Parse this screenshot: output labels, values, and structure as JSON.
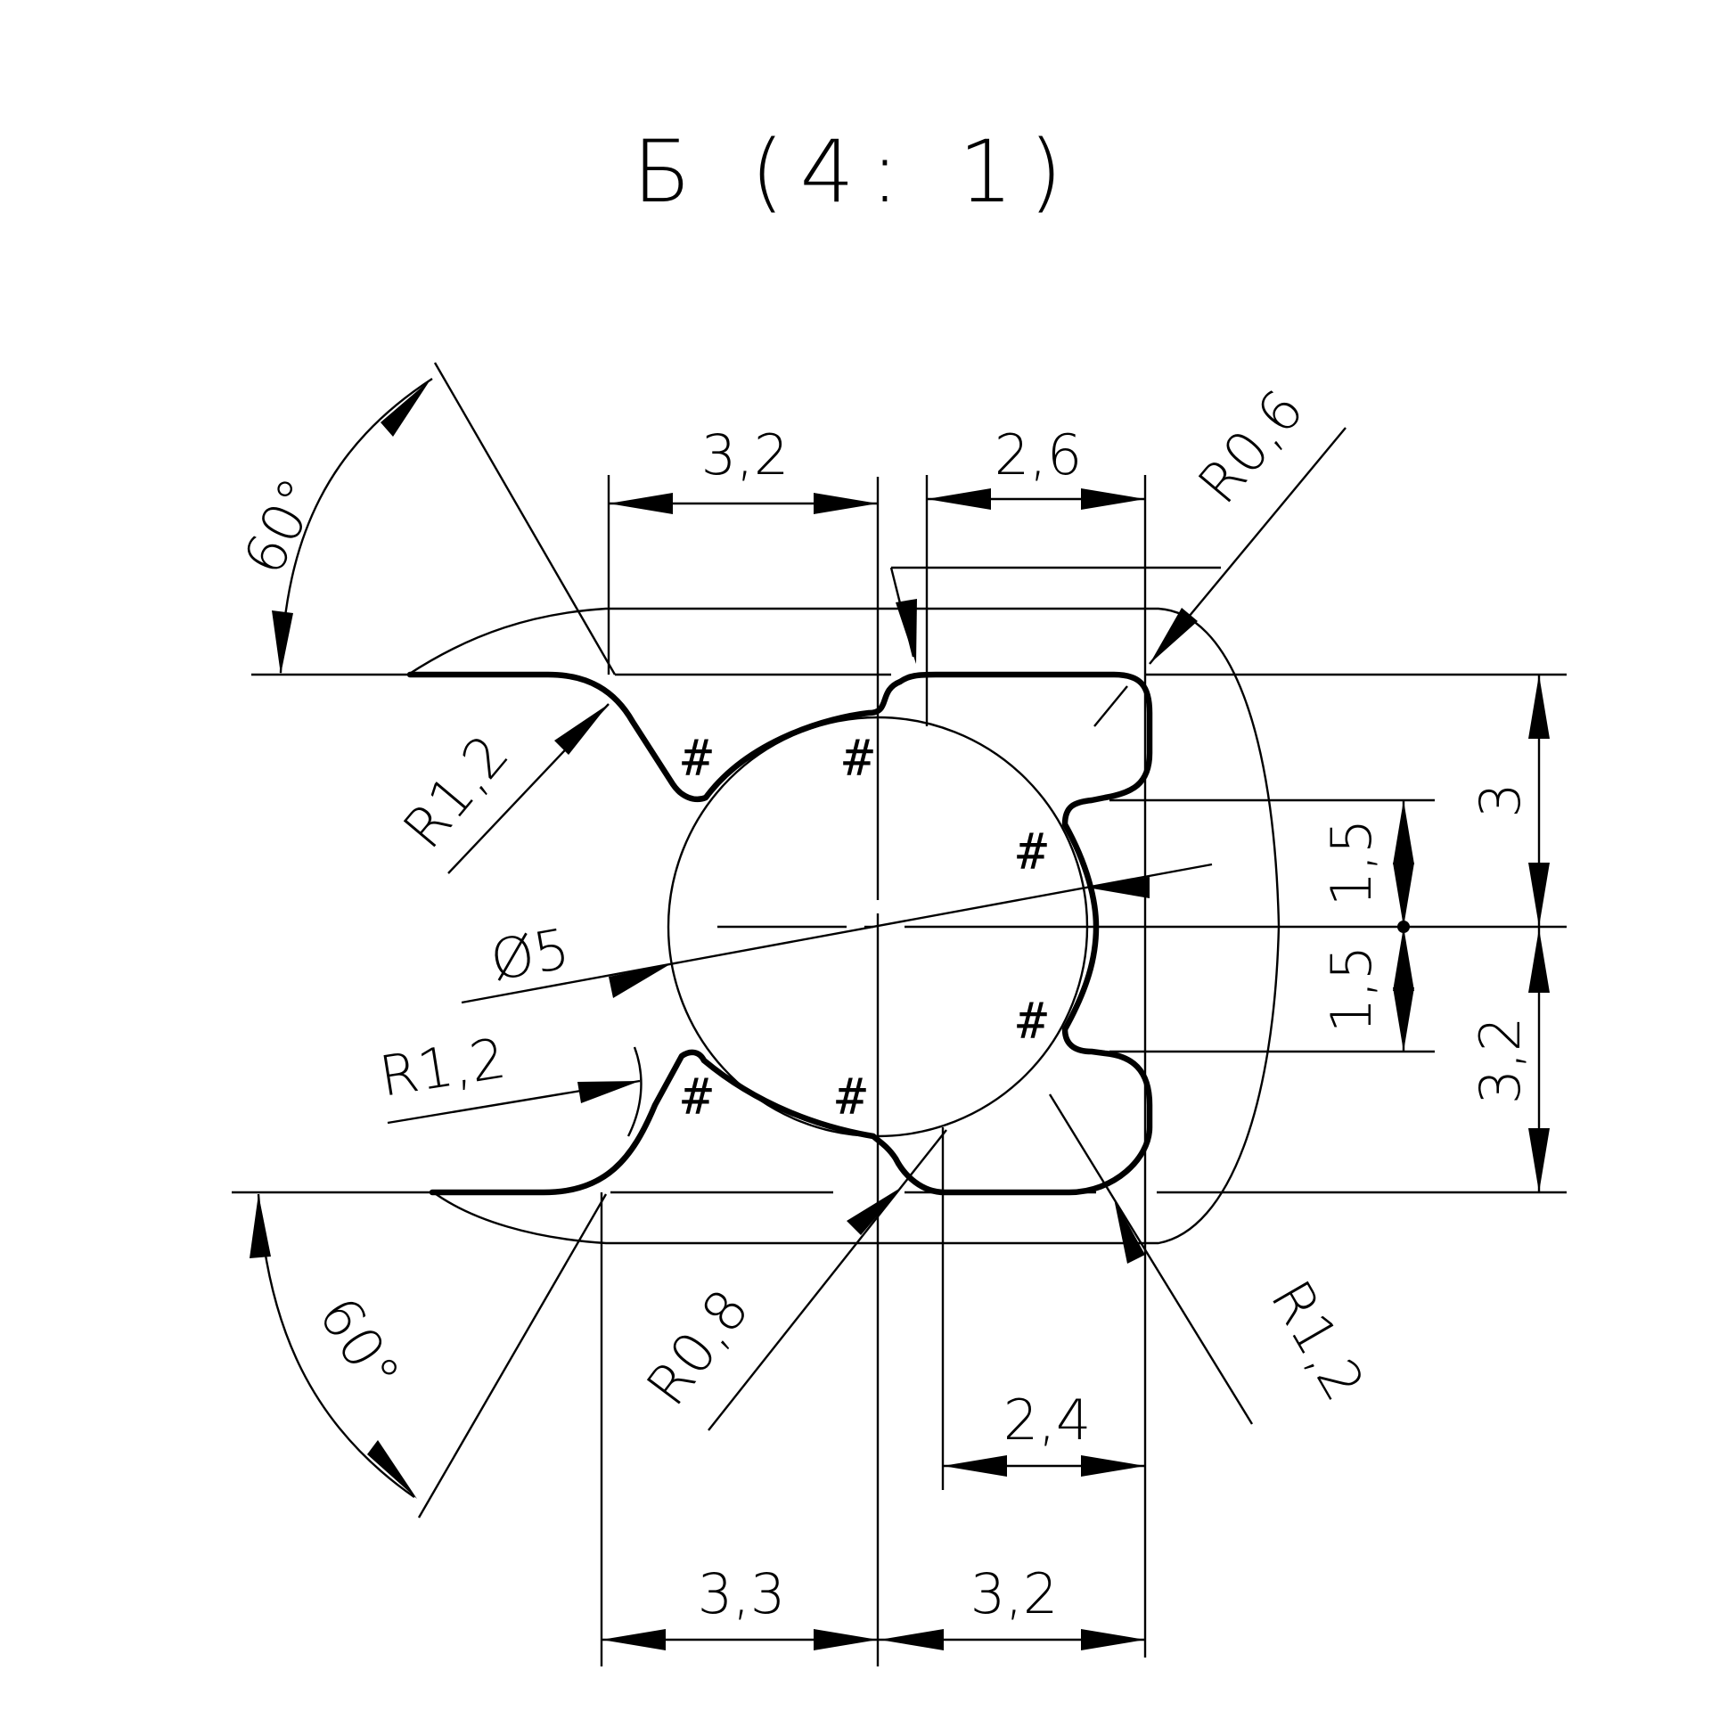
{
  "title": "Б (4: 1)",
  "dimensions": {
    "angle_top": "60°",
    "angle_bottom": "60°",
    "width_top_left": "3,2",
    "width_top_right": "2,6",
    "radius_top_right": "R0,6",
    "radius_left_upper": "R1,2",
    "diameter": "Ø5",
    "radius_left_lower": "R1,2",
    "radius_bottom_center": "R0,8",
    "radius_bottom_right": "R1,2",
    "width_bottom_inner": "2,4",
    "width_bottom_left": "3,3",
    "width_bottom_right": "3,2",
    "height_right_top": "3",
    "height_right_bottom": "3,2",
    "height_slot_upper": "1,5",
    "height_slot_lower": "1,5"
  },
  "symbols": {
    "weld_mark": "#"
  }
}
